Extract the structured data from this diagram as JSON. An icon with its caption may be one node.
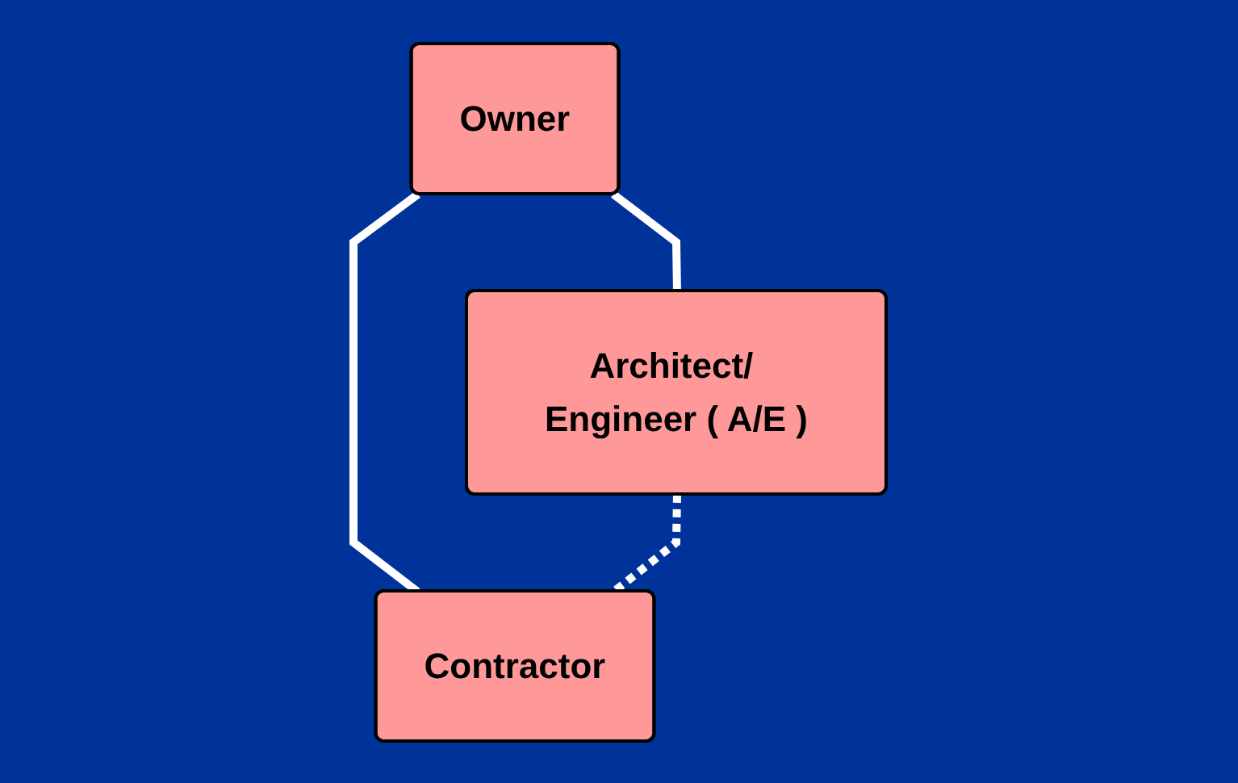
{
  "diagram": {
    "nodes": [
      {
        "text": [
          "Owner"
        ]
      },
      {
        "text": [
          "Architect/ Engineer ( A/E )"
        ]
      },
      {
        "text": [
          "Contractor"
        ]
      }
    ],
    "edges": [
      {
        "from": 0,
        "to": 1,
        "arrow": "none"
      },
      {
        "from": 0,
        "to": 2,
        "arrow": "none"
      },
      {
        "from": 1,
        "to": 2,
        "arrow": "none",
        "style": "dashed"
      }
    ]
  }
}
